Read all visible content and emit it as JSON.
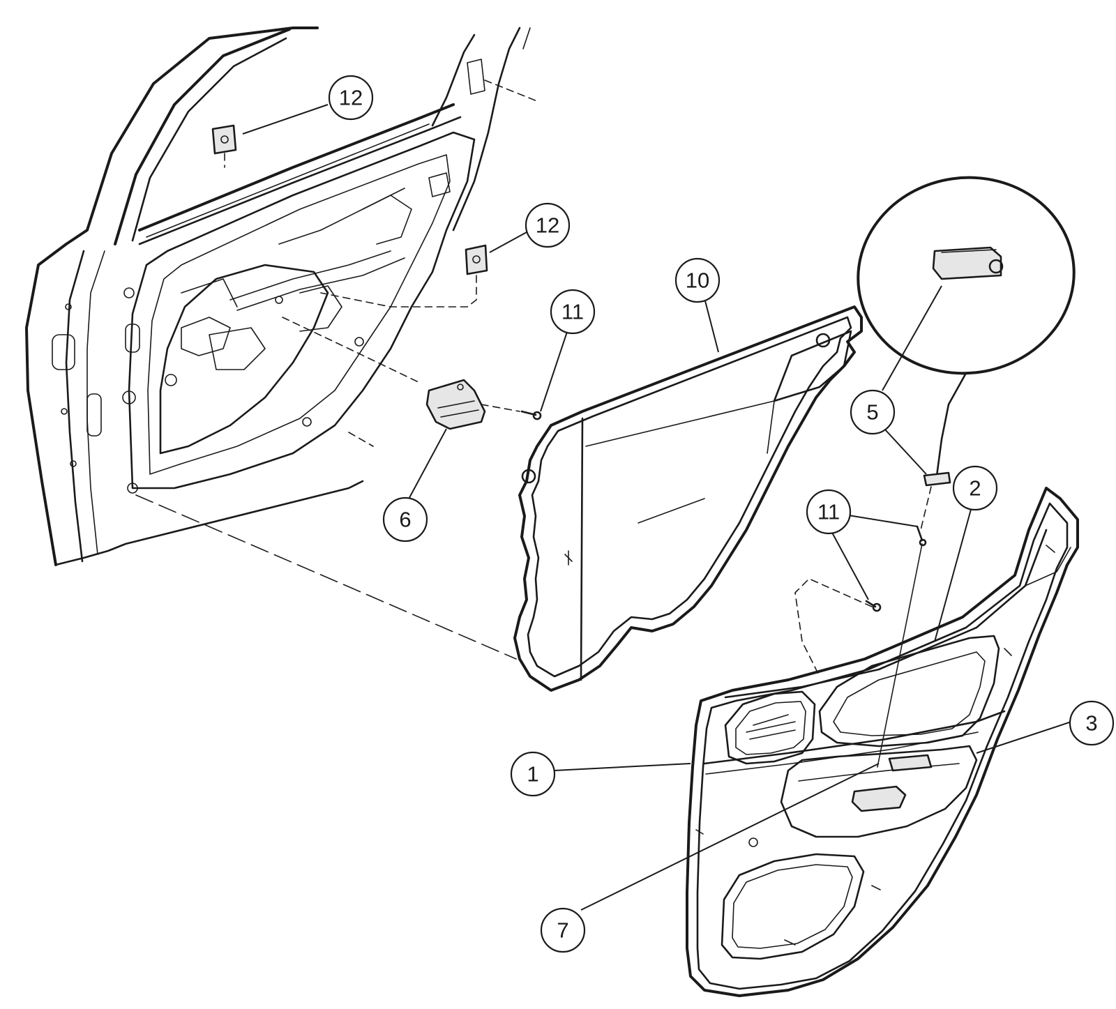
{
  "colors": {
    "ink": "#1a1a1a",
    "background": "#ffffff",
    "shade": "#e6e6e6"
  },
  "callouts": [
    {
      "id": "c12a",
      "label": "12"
    },
    {
      "id": "c12b",
      "label": "12"
    },
    {
      "id": "c10",
      "label": "10"
    },
    {
      "id": "c11a",
      "label": "11"
    },
    {
      "id": "c6",
      "label": "6"
    },
    {
      "id": "c5",
      "label": "5"
    },
    {
      "id": "c2",
      "label": "2"
    },
    {
      "id": "c11b",
      "label": "11"
    },
    {
      "id": "c3",
      "label": "3"
    },
    {
      "id": "c1",
      "label": "1"
    },
    {
      "id": "c7",
      "label": "7"
    }
  ]
}
